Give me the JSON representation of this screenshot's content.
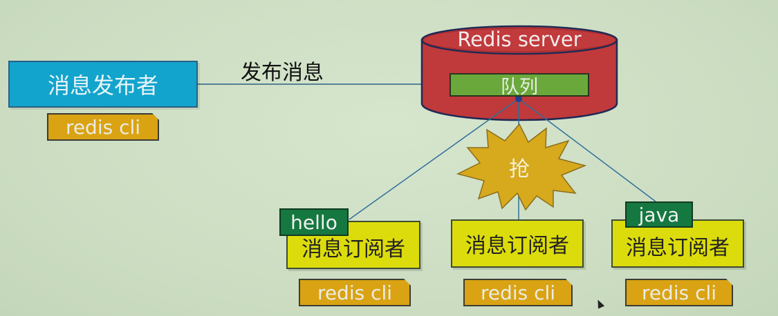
{
  "publisher": {
    "label": "消息发布者",
    "cli": "redis cli"
  },
  "publish_label": "发布消息",
  "server": {
    "title": "Redis server",
    "queue_label": "队列"
  },
  "grab_label": "抢",
  "subscribers": [
    {
      "label": "消息订阅者",
      "cli": "redis cli",
      "tag": "hello"
    },
    {
      "label": "消息订阅者",
      "cli": "redis cli"
    },
    {
      "label": "消息订阅者",
      "cli": "redis cli",
      "tag": "java"
    }
  ],
  "colors": {
    "publisher": "#12a4cc",
    "cli": "#d9a313",
    "server": "#c0393b",
    "queue": "#6ba83c",
    "subscriber": "#dcdc0c",
    "tag": "#157840",
    "burst": "#d7a91c",
    "connector": "#2f6f9a"
  },
  "icons": [
    "database-cylinder",
    "starburst",
    "mouse-cursor"
  ]
}
